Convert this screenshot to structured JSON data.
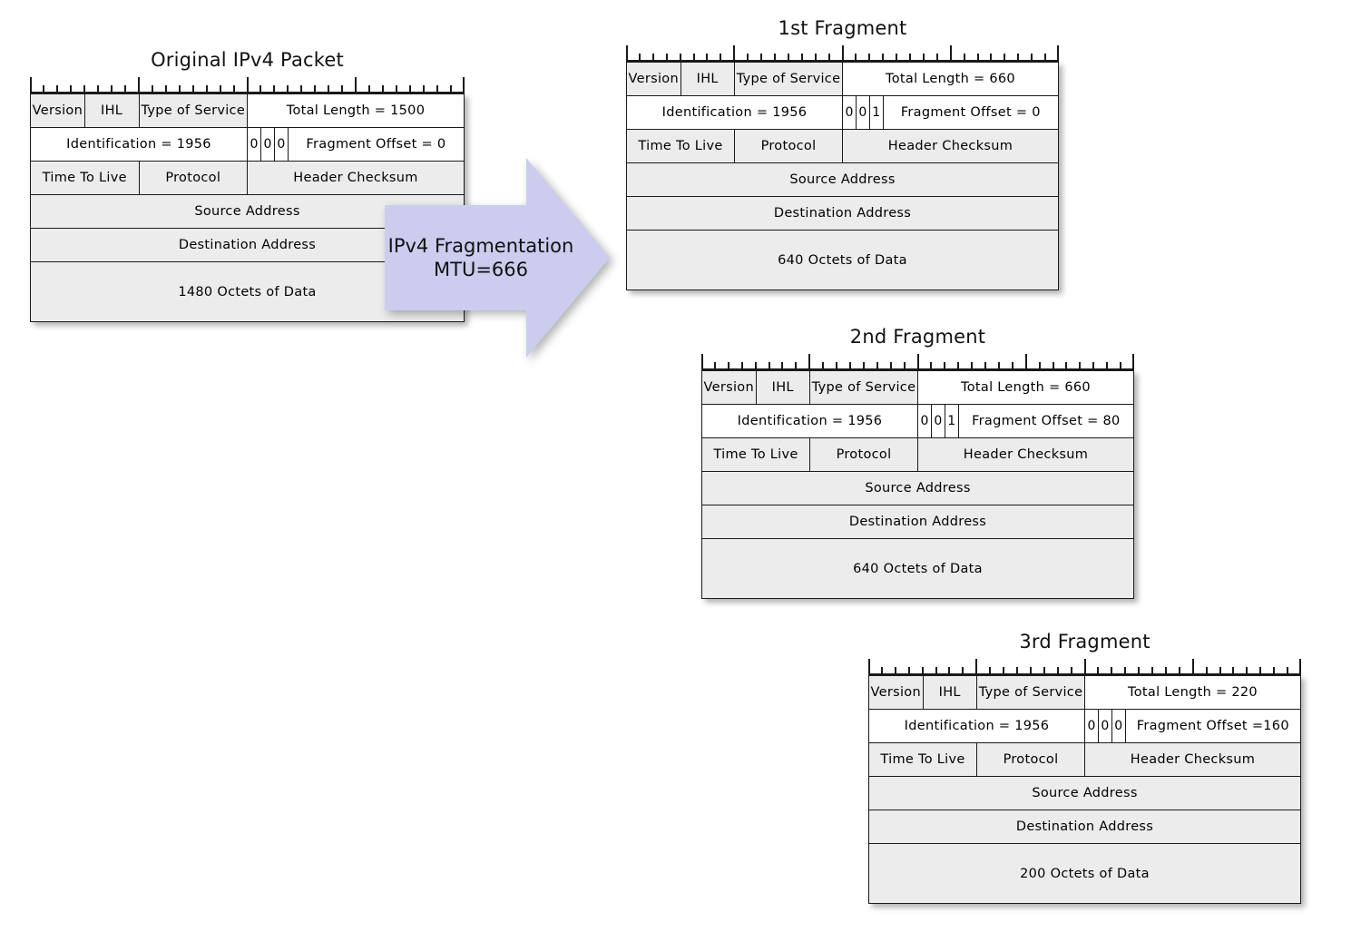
{
  "diagram": {
    "title_font_size": 21,
    "colors": {
      "cell_shaded": "#ececec",
      "cell_white": "#ffffff",
      "border": "#1a1a1a",
      "arrow_fill": "#ccccee",
      "text": "#000000"
    },
    "ruler": {
      "bits": 32,
      "major_every": 8
    }
  },
  "arrow": {
    "line1": "IPv4 Fragmentation",
    "line2": "MTU=666"
  },
  "packets": [
    {
      "id": "original",
      "title": "Original IPv4 Packet",
      "rows": {
        "version": "Version",
        "ihl": "IHL",
        "tos": "Type of Service",
        "total_length": "Total Length = 1500",
        "identification": "Identification = 1956",
        "flag1": "0",
        "flag2": "0",
        "flag3": "0",
        "fragment_offset": "Fragment Offset = 0",
        "ttl": "Time To Live",
        "protocol": "Protocol",
        "checksum": "Header Checksum",
        "source": "Source Address",
        "destination": "Destination Address",
        "data": "1480 Octets of Data"
      }
    },
    {
      "id": "fragment1",
      "title": "1st Fragment",
      "rows": {
        "version": "Version",
        "ihl": "IHL",
        "tos": "Type of Service",
        "total_length": "Total Length = 660",
        "identification": "Identification = 1956",
        "flag1": "0",
        "flag2": "0",
        "flag3": "1",
        "fragment_offset": "Fragment Offset = 0",
        "ttl": "Time To Live",
        "protocol": "Protocol",
        "checksum": "Header Checksum",
        "source": "Source Address",
        "destination": "Destination Address",
        "data": "640 Octets of Data"
      }
    },
    {
      "id": "fragment2",
      "title": "2nd Fragment",
      "rows": {
        "version": "Version",
        "ihl": "IHL",
        "tos": "Type of Service",
        "total_length": "Total Length = 660",
        "identification": "Identification = 1956",
        "flag1": "0",
        "flag2": "0",
        "flag3": "1",
        "fragment_offset": "Fragment Offset = 80",
        "ttl": "Time To Live",
        "protocol": "Protocol",
        "checksum": "Header Checksum",
        "source": "Source Address",
        "destination": "Destination Address",
        "data": "640 Octets of Data"
      }
    },
    {
      "id": "fragment3",
      "title": "3rd Fragment",
      "rows": {
        "version": "Version",
        "ihl": "IHL",
        "tos": "Type of Service",
        "total_length": "Total Length = 220",
        "identification": "Identification = 1956",
        "flag1": "0",
        "flag2": "0",
        "flag3": "0",
        "fragment_offset": "Fragment Offset =160",
        "ttl": "Time To Live",
        "protocol": "Protocol",
        "checksum": "Header Checksum",
        "source": "Source Address",
        "destination": "Destination Address",
        "data": "200 Octets of Data"
      }
    }
  ]
}
